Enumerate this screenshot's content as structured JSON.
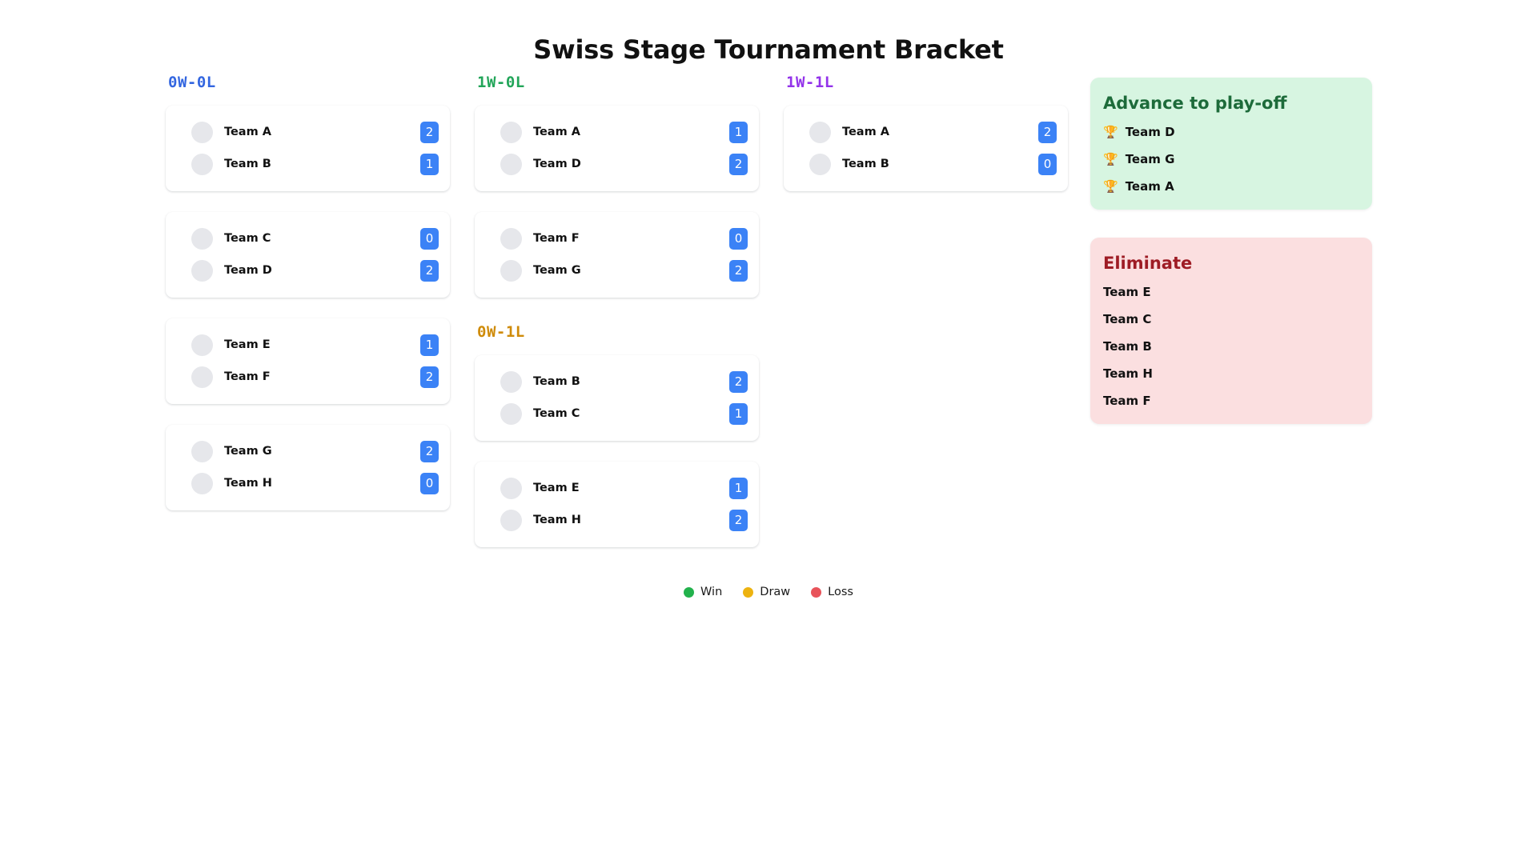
{
  "title": "Swiss Stage Tournament Bracket",
  "colors": {
    "round_0w0l": "#3366e0",
    "round_1w0l": "#22a559",
    "round_1w1l": "#9333ea",
    "round_0w1l": "#cf8b09",
    "score_badge": "#3b82f6",
    "advance_bg": "#d7f5e1",
    "advance_title": "#1d6b3a",
    "eliminate_bg": "#fbdfe0",
    "eliminate_title": "#9e1c25",
    "win": "#22b24c",
    "draw": "#edb310",
    "loss": "#e8535a"
  },
  "columns": [
    {
      "groups": [
        {
          "heading": "0W-0L",
          "heading_color": "#3366e0",
          "matches": [
            {
              "rows": [
                {
                  "team": "Team A",
                  "score": "2"
                },
                {
                  "team": "Team B",
                  "score": "1"
                }
              ]
            },
            {
              "rows": [
                {
                  "team": "Team C",
                  "score": "0"
                },
                {
                  "team": "Team D",
                  "score": "2"
                }
              ]
            },
            {
              "rows": [
                {
                  "team": "Team E",
                  "score": "1"
                },
                {
                  "team": "Team F",
                  "score": "2"
                }
              ]
            },
            {
              "rows": [
                {
                  "team": "Team G",
                  "score": "2"
                },
                {
                  "team": "Team H",
                  "score": "0"
                }
              ]
            }
          ]
        }
      ]
    },
    {
      "groups": [
        {
          "heading": "1W-0L",
          "heading_color": "#22a559",
          "matches": [
            {
              "rows": [
                {
                  "team": "Team A",
                  "score": "1"
                },
                {
                  "team": "Team D",
                  "score": "2"
                }
              ]
            },
            {
              "rows": [
                {
                  "team": "Team F",
                  "score": "0"
                },
                {
                  "team": "Team G",
                  "score": "2"
                }
              ]
            }
          ]
        },
        {
          "heading": "0W-1L",
          "heading_color": "#cf8b09",
          "matches": [
            {
              "rows": [
                {
                  "team": "Team B",
                  "score": "2"
                },
                {
                  "team": "Team C",
                  "score": "1"
                }
              ]
            },
            {
              "rows": [
                {
                  "team": "Team E",
                  "score": "1"
                },
                {
                  "team": "Team H",
                  "score": "2"
                }
              ]
            }
          ]
        }
      ]
    },
    {
      "groups": [
        {
          "heading": "1W-1L",
          "heading_color": "#9333ea",
          "matches": [
            {
              "rows": [
                {
                  "team": "Team A",
                  "score": "2"
                },
                {
                  "team": "Team B",
                  "score": "0"
                }
              ]
            }
          ]
        }
      ]
    }
  ],
  "panels": {
    "advance": {
      "title": "Advance to play-off",
      "icon": "trophy-icon",
      "icon_glyph": "🏆",
      "teams": [
        "Team D",
        "Team G",
        "Team A"
      ]
    },
    "eliminate": {
      "title": "Eliminate",
      "teams": [
        "Team E",
        "Team C",
        "Team B",
        "Team H",
        "Team F"
      ]
    }
  },
  "legend": [
    {
      "label": "Win",
      "color": "#22b24c"
    },
    {
      "label": "Draw",
      "color": "#edb310"
    },
    {
      "label": "Loss",
      "color": "#e8535a"
    }
  ]
}
